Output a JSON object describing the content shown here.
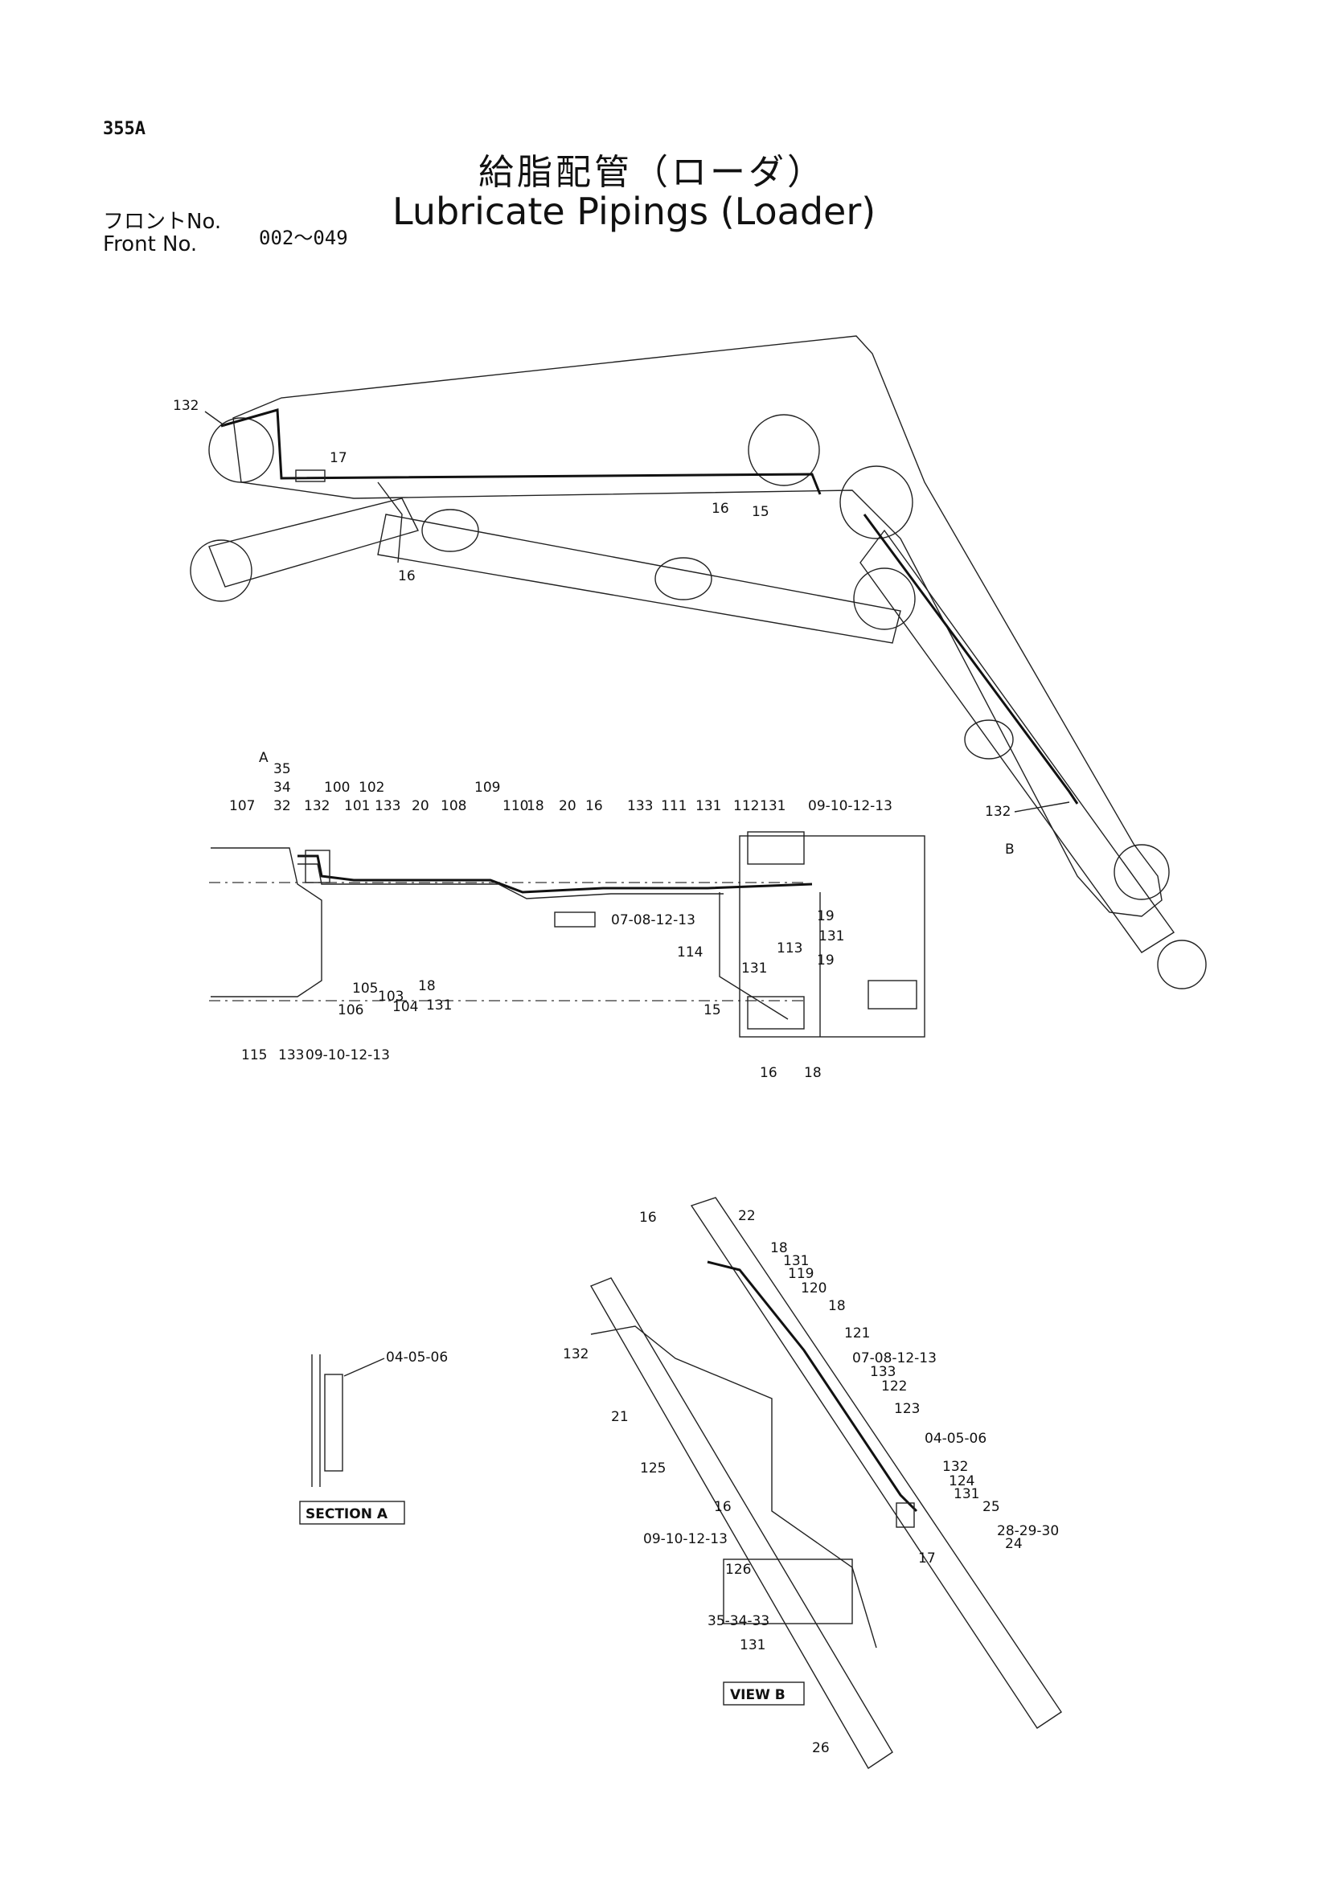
{
  "header": {
    "page_code": "355A",
    "title_jp": "給脂配管（ローダ）",
    "title_en": "Lubricate Pipings (Loader)",
    "front_label_jp": "フロントNo.",
    "front_label_en": "Front No.",
    "front_range": "002～049"
  },
  "views": {
    "section_a_label": "SECTION A",
    "view_b_label": "VIEW B",
    "marker_a": "A",
    "marker_b": "B"
  },
  "callouts": {
    "side": [
      "132",
      "17",
      "16",
      "15",
      "16",
      "132"
    ],
    "plan": [
      "35",
      "34",
      "32",
      "132",
      "100",
      "101",
      "102",
      "133",
      "20",
      "108",
      "109",
      "107",
      "110",
      "18",
      "20",
      "16",
      "133",
      "111",
      "131",
      "112",
      "131",
      "09-10-12-13",
      "19",
      "131",
      "19",
      "113",
      "114",
      "131",
      "07-08-12-13",
      "15",
      "16",
      "18",
      "105",
      "103",
      "18",
      "104",
      "131",
      "106",
      "115",
      "133",
      "09-10-12-13"
    ],
    "section_a": [
      "04-05-06"
    ],
    "view_b": [
      "16",
      "22",
      "18",
      "131",
      "119",
      "120",
      "18",
      "121",
      "132",
      "07-08-12-13",
      "133",
      "122",
      "123",
      "21",
      "04-05-06",
      "125",
      "132",
      "124",
      "131",
      "25",
      "16",
      "09-10-12-13",
      "28-29-30",
      "24",
      "126",
      "17",
      "35-34-33",
      "131",
      "26"
    ]
  }
}
